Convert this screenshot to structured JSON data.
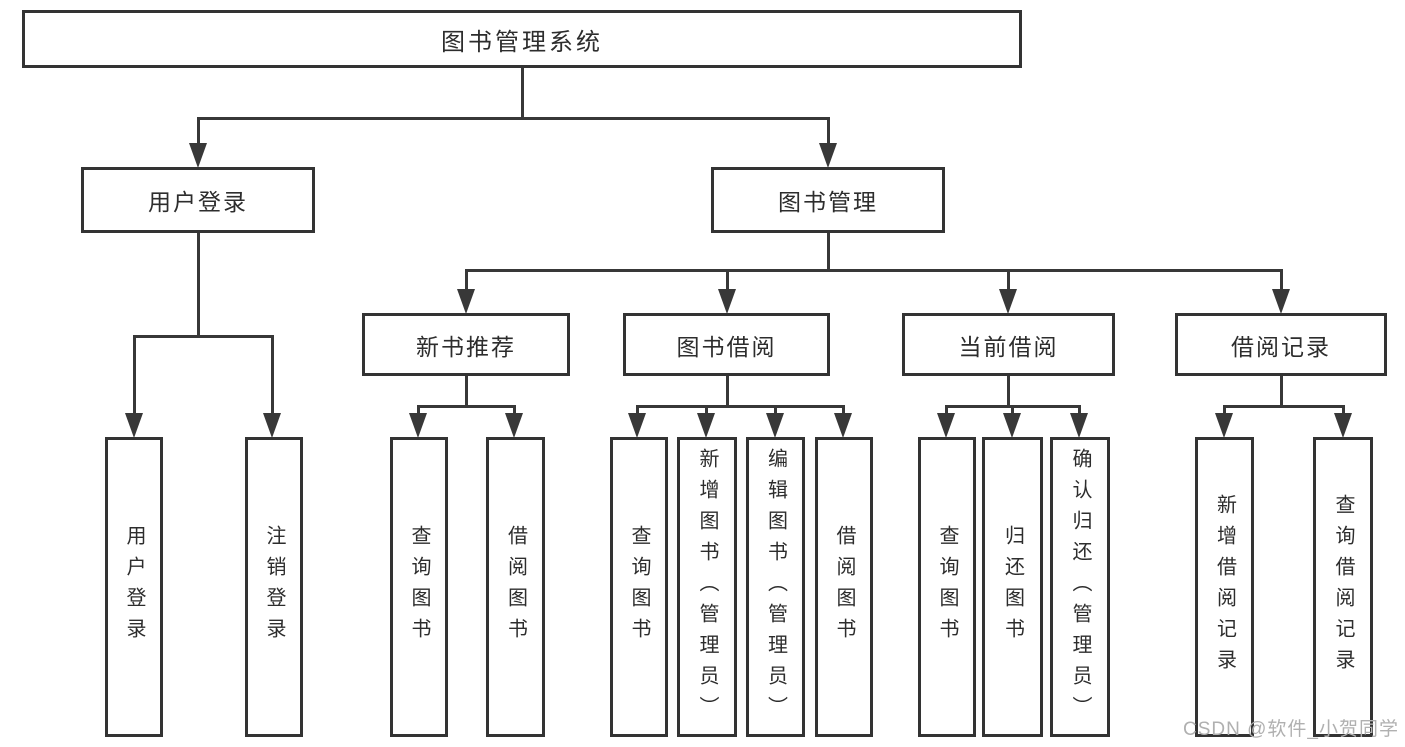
{
  "diagram": {
    "root": {
      "label": "图书管理系统",
      "children": [
        {
          "label": "用户登录",
          "children": [
            {
              "label": "用户登录"
            },
            {
              "label": "注销登录"
            }
          ]
        },
        {
          "label": "图书管理",
          "children": [
            {
              "label": "新书推荐",
              "children": [
                {
                  "label": "查询图书"
                },
                {
                  "label": "借阅图书"
                }
              ]
            },
            {
              "label": "图书借阅",
              "children": [
                {
                  "label": "查询图书"
                },
                {
                  "label": "新增图书（管理员）"
                },
                {
                  "label": "编辑图书（管理员）"
                },
                {
                  "label": "借阅图书"
                }
              ]
            },
            {
              "label": "当前借阅",
              "children": [
                {
                  "label": "查询图书"
                },
                {
                  "label": "归还图书"
                },
                {
                  "label": "确认归还（管理员）"
                }
              ]
            },
            {
              "label": "借阅记录",
              "children": [
                {
                  "label": "新增借阅记录"
                },
                {
                  "label": "查询借阅记录"
                }
              ]
            }
          ]
        }
      ]
    }
  },
  "watermark": {
    "text": "CSDN @软件_小贺同学"
  },
  "colors": {
    "line": "#383838",
    "box_border": "#333333",
    "box_fill": "#ffffff",
    "text": "#2d2d2d",
    "watermark": "#b0b0b0"
  }
}
